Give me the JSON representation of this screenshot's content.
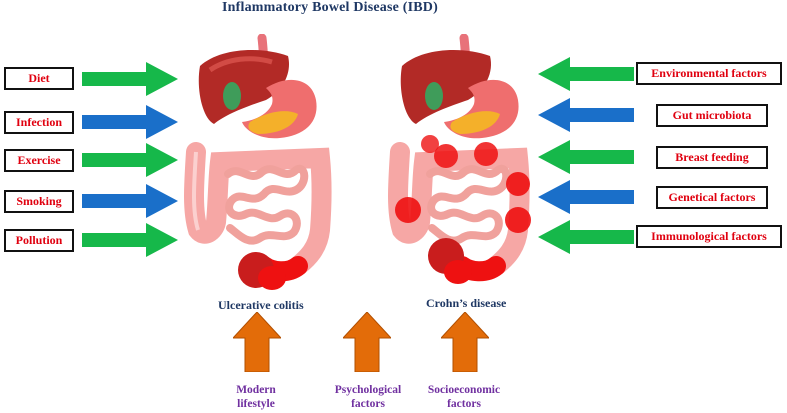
{
  "title": "Inflammatory Bowel Disease (IBD)",
  "left_factors": [
    {
      "label": "Diet",
      "arrow_color": "#16b84a"
    },
    {
      "label": "Infection",
      "arrow_color": "#1a6fc9"
    },
    {
      "label": "Exercise",
      "arrow_color": "#16b84a"
    },
    {
      "label": "Smoking",
      "arrow_color": "#1a6fc9"
    },
    {
      "label": "Pollution",
      "arrow_color": "#16b84a"
    }
  ],
  "right_factors": [
    {
      "label": "Environmental factors",
      "arrow_color": "#16b84a"
    },
    {
      "label": "Gut microbiota",
      "arrow_color": "#1a6fc9"
    },
    {
      "label": "Breast feeding",
      "arrow_color": "#16b84a"
    },
    {
      "label": "Genetical factors",
      "arrow_color": "#1a6fc9"
    },
    {
      "label": "Immunological factors",
      "arrow_color": "#16b84a"
    }
  ],
  "diseases": {
    "left": "Ulcerative colitis",
    "right": "Crohn’s disease"
  },
  "bottom_factors": [
    {
      "line1": "Modern",
      "line2": "lifestyle",
      "arrow_color": "#e36c09"
    },
    {
      "line1": "Psychological",
      "line2": "factors",
      "arrow_color": "#e36c09"
    },
    {
      "line1": "Socioeconomic",
      "line2": "factors",
      "arrow_color": "#e36c09"
    }
  ],
  "colors": {
    "title": "#1f3864",
    "factor_text": "#e0000f",
    "bottom_text": "#7030a0",
    "inflammation": "#ee1111"
  }
}
